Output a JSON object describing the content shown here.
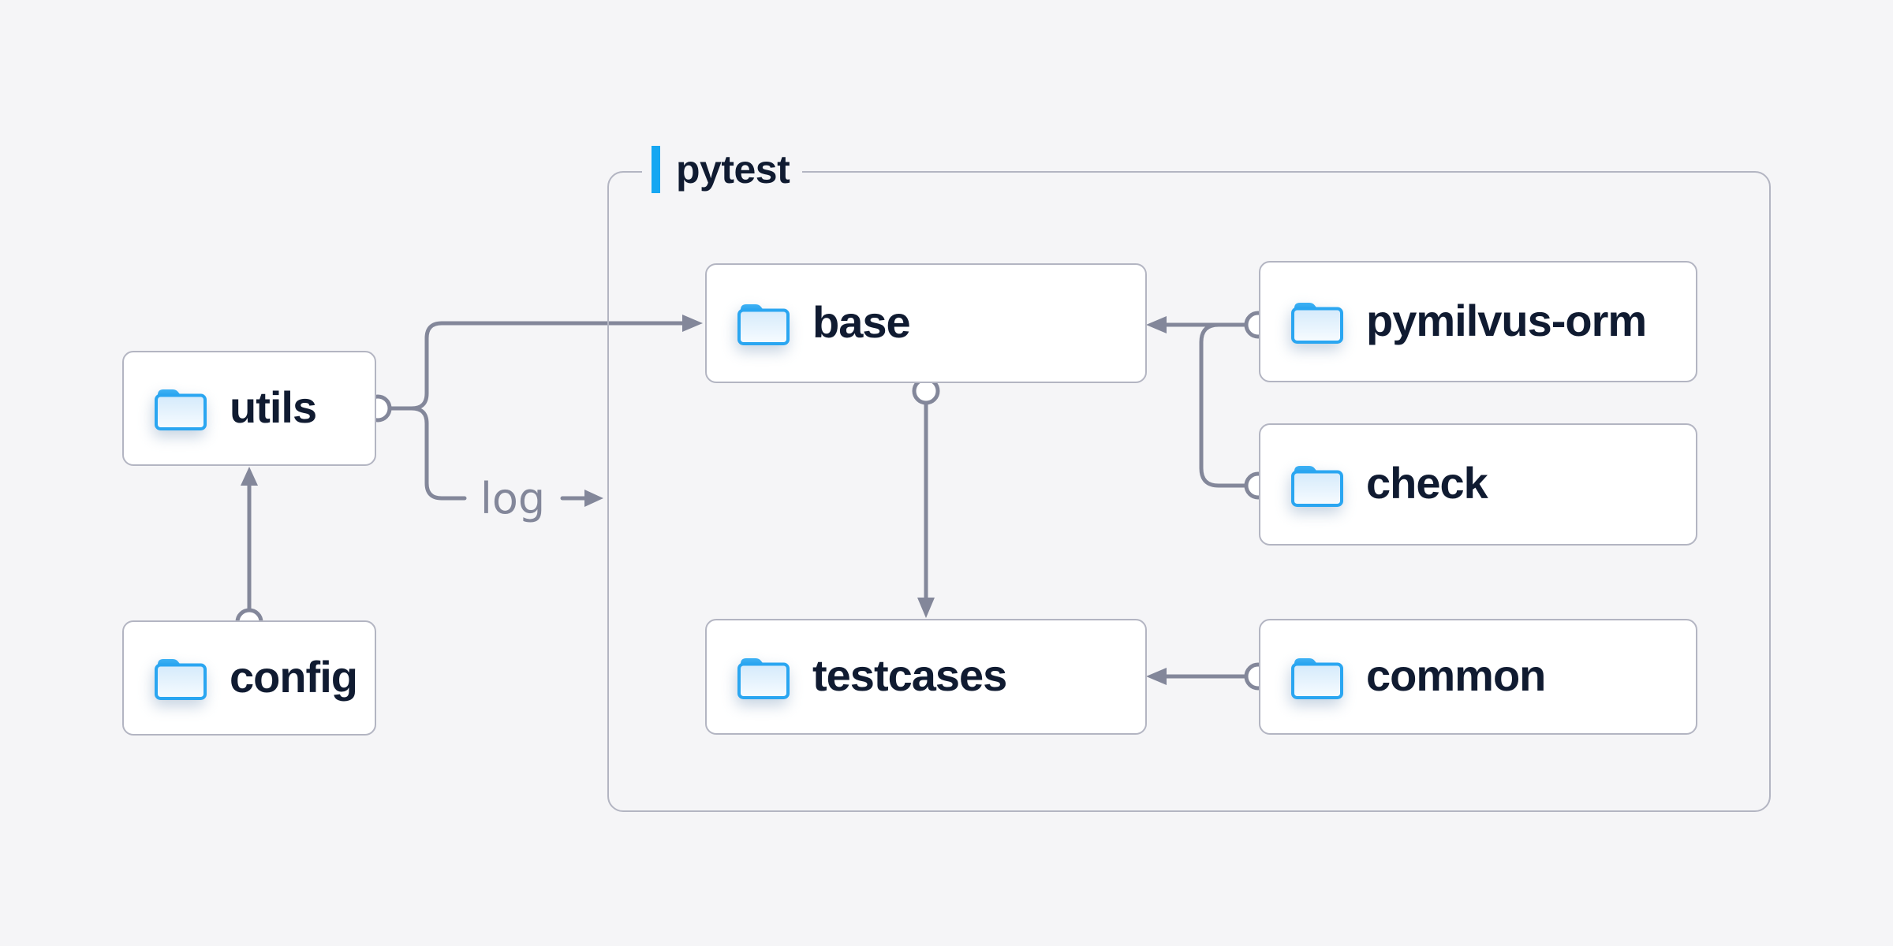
{
  "diagram": {
    "container": {
      "label": "pytest"
    },
    "nodes": [
      {
        "id": "utils",
        "label": "utils"
      },
      {
        "id": "config",
        "label": "config"
      },
      {
        "id": "base",
        "label": "base"
      },
      {
        "id": "testcases",
        "label": "testcases"
      },
      {
        "id": "pymilvus_orm",
        "label": "pymilvus-orm"
      },
      {
        "id": "check",
        "label": "check"
      },
      {
        "id": "common",
        "label": "common"
      }
    ],
    "edge_label": {
      "log": "log"
    },
    "edges": [
      {
        "from": "config",
        "to": "utils"
      },
      {
        "from": "utils",
        "to": "base"
      },
      {
        "from": "utils",
        "to": "log"
      },
      {
        "from": "base",
        "to": "testcases"
      },
      {
        "from": "pymilvus-orm",
        "to": "base"
      },
      {
        "from": "check",
        "to": "base"
      },
      {
        "from": "common",
        "to": "testcases"
      }
    ],
    "colors": {
      "canvas_bg": "#f5f5f7",
      "node_bg": "#ffffff",
      "border_gray": "#b3b5c2",
      "edge_gray": "#83879a",
      "text_navy": "#101b31",
      "accent_blue": "#16a7f2",
      "folder_blue": "#2aa6f1",
      "folder_tab_blue": "#1e96e4"
    }
  }
}
